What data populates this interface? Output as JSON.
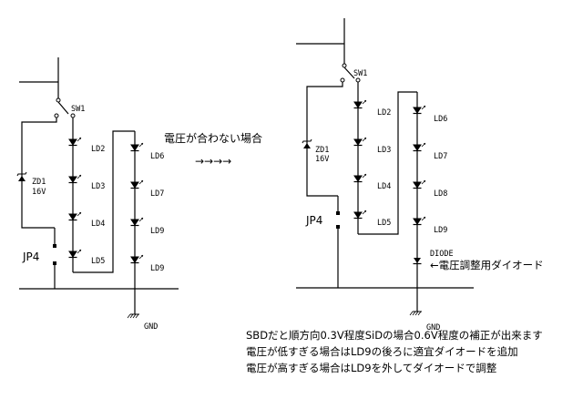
{
  "left_circuit": {
    "switch_label": "SW1",
    "zener_label": [
      "ZD1",
      "16V"
    ],
    "jumper_label": "JP4",
    "inner_leds": [
      "LD2",
      "LD3",
      "LD4",
      "LD5"
    ],
    "outer_leds": [
      "LD6",
      "LD7",
      "LD9",
      "LD9"
    ]
  },
  "middle": {
    "mismatch_label": "電圧が合わない場合",
    "arrow": "→→→→"
  },
  "right_circuit": {
    "switch_label": "SW1",
    "zener_label": [
      "ZD1",
      "16V"
    ],
    "jumper_label": "JP4",
    "inner_leds": [
      "LD2",
      "LD3",
      "LD4",
      "LD5"
    ],
    "outer_leds": [
      "LD6",
      "LD7",
      "LD8",
      "LD9"
    ],
    "diode_label": "DIODE",
    "diode_note": "←電圧調整用ダイオード",
    "gnd_label": "GND"
  },
  "left_gnd_label": "GND",
  "notes": [
    "SBDだと順方向0.3V程度SiDの場合0.6V程度の補正が出来ます",
    "電圧が低すぎる場合はLD9の後ろに適宜ダイオードを追加",
    "電圧が高すぎる場合はLD9を外してダイオードで調整"
  ]
}
